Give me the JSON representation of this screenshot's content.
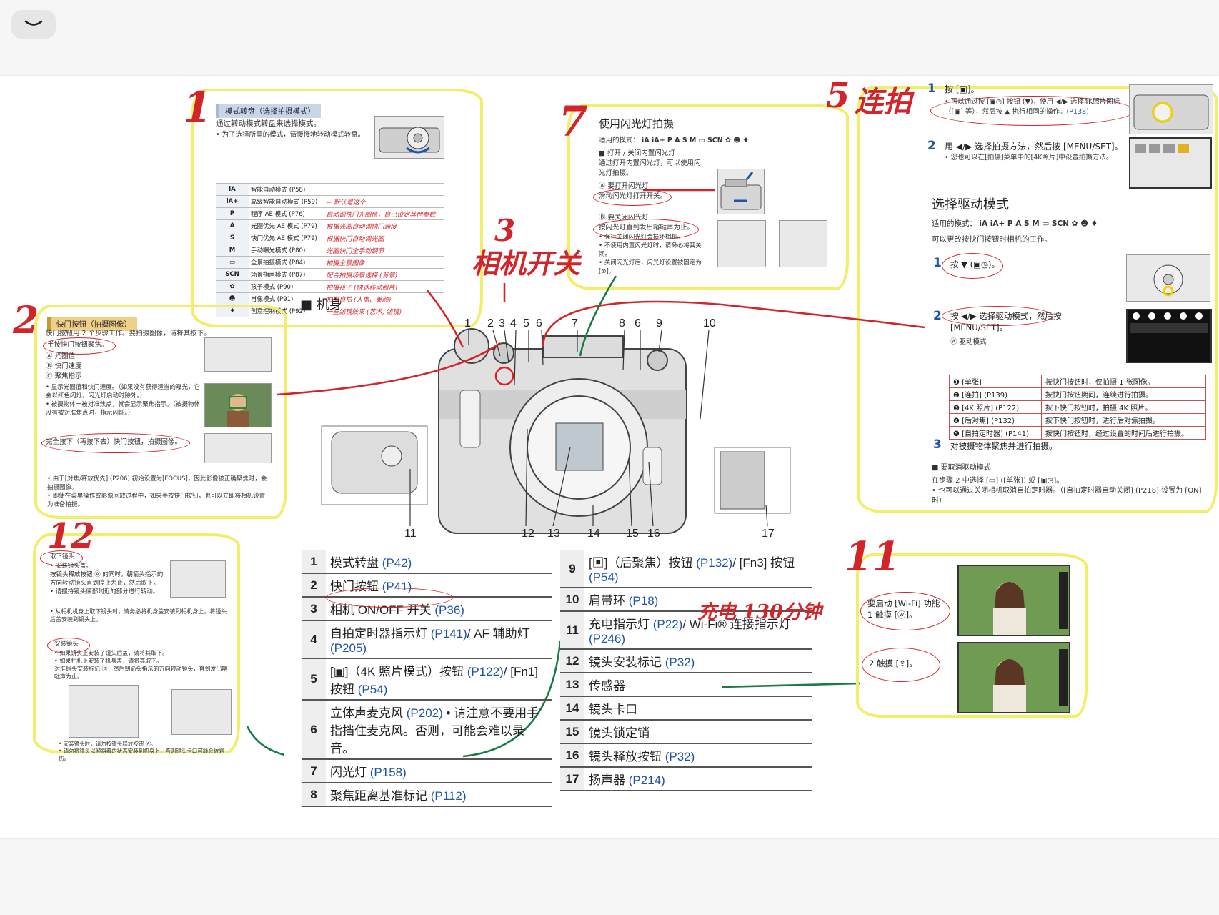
{
  "viewer": {
    "collapse_icon": "chevron-down-icon"
  },
  "sec1": {
    "num": "1",
    "header": "模式转盘（选择拍摄模式）",
    "line1": "通过转动模式转盘来选择模式。",
    "line2": "• 为了选择所需的模式，请慢慢地转动模式转盘。",
    "modes": [
      {
        "sym": "iA",
        "label": "智能自动模式 (P58)",
        "ann": ""
      },
      {
        "sym": "iA+",
        "label": "高级智能自动模式 (P59)",
        "ann": "← 默认是这个"
      },
      {
        "sym": "P",
        "label": "程序 AE 模式 (P76)",
        "ann": "自动调快门光圈值，自己设定其他参数"
      },
      {
        "sym": "A",
        "label": "光圈优先 AE 模式 (P79)",
        "ann": "根据光圈自动调快门速度"
      },
      {
        "sym": "S",
        "label": "快门优先 AE 模式 (P79)",
        "ann": "根据快门自动调光圈"
      },
      {
        "sym": "M",
        "label": "手动曝光模式 (P80)",
        "ann": "光圈快门全手动调节"
      },
      {
        "sym": "▭",
        "label": "全景拍摄模式 (P84)",
        "ann": "拍摄全景图像"
      },
      {
        "sym": "SCN",
        "label": "场景指南模式 (P87)",
        "ann": "配合拍摄场景选择 (背景)"
      },
      {
        "sym": "✿",
        "label": "孩子模式 (P90)",
        "ann": "拍摄孩子 (快速移动照片)"
      },
      {
        "sym": "☻",
        "label": "肖像模式 (P91)",
        "ann": "拍摄自拍 (人像、美颜)"
      },
      {
        "sym": "♦",
        "label": "创意控制模式 (P92)",
        "ann": "一些滤镜效果 (艺术, 滤镜)"
      }
    ]
  },
  "sec7": {
    "num": "7",
    "title": "使用闪光灯拍摄",
    "applicable": "适用的模式：",
    "applicable_modes": "iA iA+ P A S M ▭ SCN ✿ ☻ ♦",
    "h1": "■ 打开 / 关闭内置闪光灯",
    "t1": "通过打开内置闪光灯，可以使用闪光灯拍摄。",
    "a_label": "Ⓐ 要打开闪光灯",
    "a_text": "滑动闪光灯打开开关。",
    "b_label": "Ⓑ 要关闭闪光灯",
    "b_text": "按闪光灯直到发出喀哒声为止。",
    "b_note1": "• 强行关闭闪光灯会损坏相机。",
    "b_note2": "• 不使用内置闪光灯时，请务必将其关闭。",
    "b_note3": "• 关闭闪光灯后，闪光灯设置被固定为 [⊗]。"
  },
  "sec3": {
    "num": "3",
    "note": "相机开关"
  },
  "sec5": {
    "num": "5",
    "note": "连拍",
    "s1_num": "1",
    "s1_text": "按 [▣]。",
    "s1_sub": "• 可以通过按 [▣◷] 按钮 (▼)，使用 ◀/▶ 选择4K照片图标（[▣] 等），然后按 ▲ 执行相同的操作。",
    "s1_ref": "(P138)",
    "s2_num": "2",
    "s2_text": "用 ◀/▶ 选择拍摄方法，然后按 [MENU/SET]。",
    "s2_sub": "• 您也可以在[拍摄]菜单中的[4K照片]中设置拍摄方法。",
    "drive_title": "选择驱动模式",
    "applicable": "适用的模式：",
    "applicable_modes": "iA iA+ P A S M ▭ SCN ✿ ☻ ♦",
    "drive_desc": "可以更改按快门按钮时相机的工作。",
    "d1_num": "1",
    "d1_text": "按 ▼ (▣◷)。",
    "d2_num": "2",
    "d2_text": "按 ◀/▶ 选择驱动模式，然后按 [MENU/SET]。",
    "d2_sub": "Ⓐ 驱动模式",
    "drive_rows": [
      {
        "k": "❶ [单张]",
        "v": "按快门按钮时，仅拍摄 1 张图像。"
      },
      {
        "k": "❷ [连拍] (P139)",
        "v": "按快门按钮期间，连续进行拍摄。"
      },
      {
        "k": "❸ [4K 照片] (P122)",
        "v": "按下快门按钮时，拍摄 4K 照片。"
      },
      {
        "k": "❹ [后对焦] (P132)",
        "v": "按下快门按钮时，进行后对焦拍摄。"
      },
      {
        "k": "❺ [自拍定时器] (P141)",
        "v": "按快门按钮时，经过设置的时间后进行拍摄。"
      }
    ],
    "d3_num": "3",
    "d3_text": "对被摄物体聚焦并进行拍摄。",
    "cancel_h": "■ 要取消驱动模式",
    "cancel_t1": "在步骤 2 中选择 [▭] ([单张]) 或 [▣◷]。",
    "cancel_t2": "• 也可以通过关闭相机取消自拍定时器。（[自拍定时器自动关闭] (P218) 设置为 [ON] 时）"
  },
  "sec2": {
    "num": "2",
    "header": "快门按钮（拍摄图像）",
    "line1": "快门按钮用 2 个步骤工作。要拍摄图像，请将其按下。",
    "half": "半按快门按钮聚焦。",
    "a": "Ⓐ 光圈值",
    "b": "Ⓑ 快门速度",
    "c": "Ⓒ 聚焦指示",
    "n1": "• 显示光圈值和快门速度。（如果没有获得适当的曝光，它会以红色闪烁，闪光灯启动时除外。）",
    "n2": "• 被摄物体一被对准焦点，就会显示聚焦指示。（被摄物体没有被对准焦点时，指示闪烁。）",
    "full": "完全按下（再按下去）快门按钮，拍摄图像。",
    "f1": "• 由于[对焦/释放优先] (P206) 初始设置为[FOCUS]，因此影像被正确聚焦时，会拍摄图像。",
    "f2": "• 即使在菜单操作或影像回放过程中，如果半按快门按钮，也可以立即将相机设置为准备拍摄。"
  },
  "body_section": "■ 机身",
  "callouts": [
    "1",
    "2",
    "3",
    "4",
    "5",
    "6",
    "7",
    "8",
    "6",
    "9",
    "10",
    "11",
    "12",
    "13",
    "14",
    "15",
    "16",
    "17"
  ],
  "parts_left": [
    {
      "n": "1",
      "label": "模式转盘 (P42)"
    },
    {
      "n": "2",
      "label": "快门按钮 (P41)"
    },
    {
      "n": "3",
      "label": "相机 ON/OFF 开关 (P36)"
    },
    {
      "n": "4",
      "label": "自拍定时器指示灯 (P141)/ AF 辅助灯 (P205)"
    },
    {
      "n": "5",
      "label": "[▣]（4K 照片模式）按钮 (P122)/ [Fn1] 按钮 (P54)"
    },
    {
      "n": "6",
      "label": "立体声麦克风 (P202) • 请注意不要用手指挡住麦克风。否则，可能会难以录音。"
    },
    {
      "n": "7",
      "label": "闪光灯 (P158)"
    },
    {
      "n": "8",
      "label": "聚焦距离基准标记 (P112)"
    }
  ],
  "parts_right": [
    {
      "n": "9",
      "label": "[▣]（后聚焦）按钮 (P132)/ [Fn3] 按钮 (P54)"
    },
    {
      "n": "10",
      "label": "肩带环 (P18)"
    },
    {
      "n": "11",
      "label": "充电指示灯 (P22)/ Wi-Fi® 连接指示灯 (P246)"
    },
    {
      "n": "12",
      "label": "镜头安装标记 (P32)"
    },
    {
      "n": "13",
      "label": "传感器"
    },
    {
      "n": "14",
      "label": "镜头卡口"
    },
    {
      "n": "15",
      "label": "镜头锁定销"
    },
    {
      "n": "16",
      "label": "镜头释放按钮 (P32)"
    },
    {
      "n": "17",
      "label": "扬声器 (P214)"
    }
  ],
  "charge_note": "充电 130分钟",
  "sec12": {
    "num": "12",
    "h1": "取下镜头",
    "t1": "• 安装镜头盖。",
    "t2": "按镜头释放按钮 Ⓐ 的同时，朝箭头指示的方向转动镜头直到停止为止，然后取下。",
    "t3": "• 请握持镜头底部附近的部分进行转动。",
    "t4": "• 从相机机身上取下镜头时，请务必将机身盖安装到相机身上，将镜头后盖安装到镜头上。",
    "h2": "安装镜头",
    "t5": "• 如果镜头上安装了镜头后盖，请将其取下。",
    "t6": "• 如果相机上安装了机身盖，请将其取下。",
    "t7": "对准镜头安装标记 Ⓑ，然后朝箭头指示的方向转动镜头，直到发出喀哒声为止。",
    "t8": "• 安装镜头时，请勿按镜头释放按钮 Ⓐ。",
    "t9": "• 请勿将镜头以倾斜着的状态安装到机身上，否则镜头卡口可能会被划伤。"
  },
  "sec11": {
    "num": "11",
    "step1": "要启动 [Wi-Fi] 功能 1 触摸 [ⓦ]。",
    "step2": "2 触摸 [⇪]。"
  }
}
